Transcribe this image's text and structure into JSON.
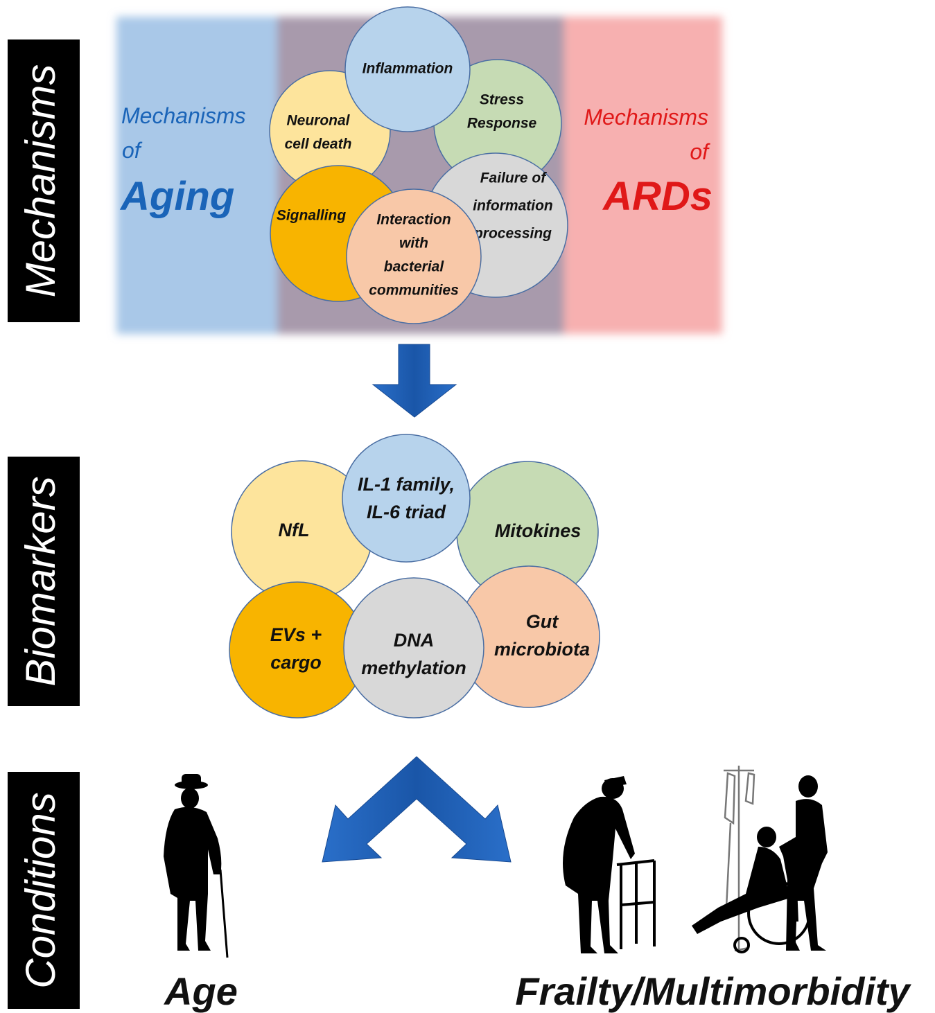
{
  "side_labels": {
    "mechanisms": "Mechanisms",
    "biomarkers": "Biomarkers",
    "conditions": "Conditions"
  },
  "mechanisms_panel": {
    "left_heading_line1": "Mechanisms",
    "left_heading_line2": "of",
    "left_heading_big": "Aging",
    "right_heading_line1": "Mechanisms",
    "right_heading_line2": "of",
    "right_heading_big": "ARDs",
    "colors": {
      "aging_band": "#a9c8e8",
      "overlap_band": "#a89aac",
      "ards_band": "#f7b0b0",
      "aging_text": "#1a64b8",
      "ards_text": "#e01818"
    },
    "circles": [
      {
        "id": "inflammation",
        "lines": [
          "Inflammation"
        ],
        "color": "#b7d3ec"
      },
      {
        "id": "neuronal",
        "lines": [
          "Neuronal",
          "cell death"
        ],
        "color": "#fde49c"
      },
      {
        "id": "stress",
        "lines": [
          "Stress",
          "Response"
        ],
        "color": "#c6dbb4"
      },
      {
        "id": "signalling",
        "lines": [
          "Signalling"
        ],
        "color": "#f8b400"
      },
      {
        "id": "failure",
        "lines": [
          "Failure of",
          "information",
          "processing"
        ],
        "color": "#d8d8d8"
      },
      {
        "id": "interaction",
        "lines": [
          "Interaction",
          "with",
          "bacterial",
          "communities"
        ],
        "color": "#f8c8a8"
      }
    ]
  },
  "biomarkers_panel": {
    "circles": [
      {
        "id": "nfl",
        "lines": [
          "NfL"
        ],
        "color": "#fde49c"
      },
      {
        "id": "il1",
        "lines": [
          "IL-1 family,",
          "IL-6 triad"
        ],
        "color": "#b7d3ec"
      },
      {
        "id": "mitokines",
        "lines": [
          "Mitokines"
        ],
        "color": "#c6dbb4"
      },
      {
        "id": "evs",
        "lines": [
          "EVs +",
          "cargo"
        ],
        "color": "#f8b400"
      },
      {
        "id": "gut",
        "lines": [
          "Gut",
          "microbiota"
        ],
        "color": "#f8c8a8"
      },
      {
        "id": "dna",
        "lines": [
          "DNA",
          "methylation"
        ],
        "color": "#d8d8d8"
      }
    ]
  },
  "arrow_color": "#1f5fb5",
  "conditions": {
    "age_caption": "Age",
    "frailty_caption": "Frailty/Multimorbidity"
  }
}
